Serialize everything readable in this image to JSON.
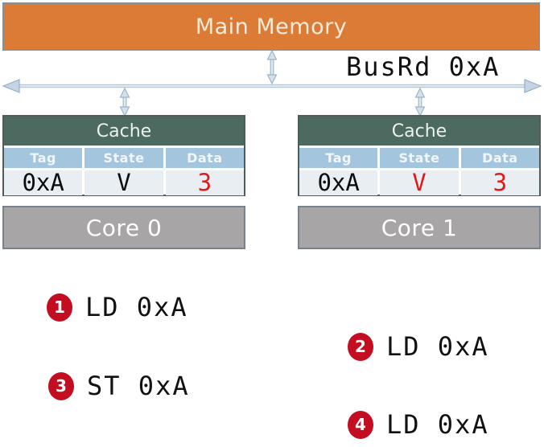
{
  "main_memory": {
    "label": "Main Memory"
  },
  "bus": {
    "label": "BusRd 0xA"
  },
  "caches": [
    {
      "title": "Cache",
      "columns": [
        "Tag",
        "State",
        "Data"
      ],
      "row": {
        "tag": "0xA",
        "state": "V",
        "data": "3"
      },
      "highlights": {
        "state": "black",
        "data": "red"
      }
    },
    {
      "title": "Cache",
      "columns": [
        "Tag",
        "State",
        "Data"
      ],
      "row": {
        "tag": "0xA",
        "state": "V",
        "data": "3"
      },
      "highlights": {
        "state": "red",
        "data": "red"
      }
    }
  ],
  "cores": [
    {
      "label": "Core 0"
    },
    {
      "label": "Core 1"
    }
  ],
  "steps": [
    {
      "num": "1",
      "label": "LD 0xA",
      "side": "left"
    },
    {
      "num": "2",
      "label": "LD 0xA",
      "side": "right"
    },
    {
      "num": "3",
      "label": "ST 0xA",
      "side": "left"
    },
    {
      "num": "4",
      "label": "LD 0xA",
      "side": "right"
    }
  ],
  "colors": {
    "memory_orange": "#dc7b35",
    "cache_header_green": "#4d6a60",
    "column_header_blue": "#a3c6de",
    "value_row_bg": "#e9eef3",
    "value_red": "#e01a1a",
    "badge_red": "#c30d20",
    "bus_arrow_blue": "#a9bfd3",
    "core_gray": "#a7a5a5"
  }
}
